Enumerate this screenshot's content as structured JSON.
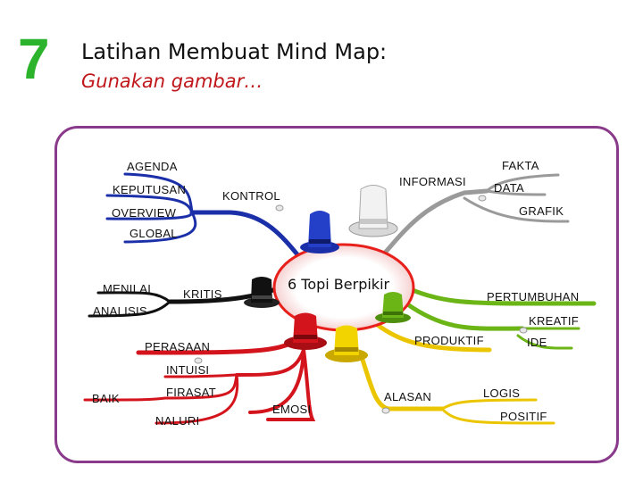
{
  "header": {
    "number": "7",
    "title": "Latihan Membuat Mind Map:",
    "subtitle": "Gunakan gambar…"
  },
  "center": {
    "label": "6 Topi Berpikir"
  },
  "branches": {
    "blue": {
      "color": "#1b2fa8",
      "main": "KONTROL",
      "subs": [
        "AGENDA",
        "KEPUTUSAN",
        "OVERVIEW",
        "GLOBAL"
      ]
    },
    "white": {
      "color": "#9a9a9a",
      "main": "INFORMASI",
      "subs": [
        "FAKTA",
        "DATA",
        "GRAFIK"
      ]
    },
    "black": {
      "color": "#111111",
      "main": "KRITIS",
      "subs": [
        "MENILAI",
        "ANALISIS"
      ]
    },
    "green": {
      "color": "#6cb516",
      "main": "PERTUMBUHAN",
      "subs": [
        "KREATIF",
        "IDE"
      ]
    },
    "yellow": {
      "color": "#ebc600",
      "main": "PRODUKTIF",
      "subs": [
        "ALASAN",
        "LOGIS",
        "POSITIF"
      ]
    },
    "red": {
      "color": "#d4141c",
      "main": "PERASAAN",
      "subs": [
        "INTUISI",
        "BAIK",
        "FIRASAT",
        "NALURI",
        "EMOSI"
      ]
    }
  },
  "colors": {
    "number": "#2bb32b",
    "subtitle": "#c0171c",
    "frame": "#8a3a8a",
    "center_ring": "#e8201c"
  }
}
